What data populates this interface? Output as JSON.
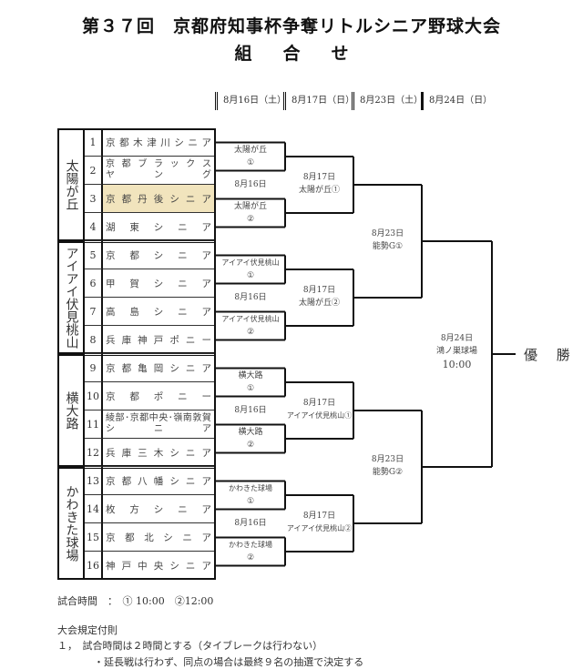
{
  "header": {
    "title": "第３７回　京都府知事杯争奪リトルシニア野球大会",
    "subtitle": "組合せ"
  },
  "dates": [
    "8月16日（土）",
    "8月17日（日）",
    "8月23日（土）",
    "8月24日（日）"
  ],
  "groups": [
    {
      "label": "太陽が丘",
      "teams": [
        {
          "no": "1",
          "name": "京都木津川シニア"
        },
        {
          "no": "2",
          "name_line1": "京都ブラックス",
          "name_line2": "ヤング"
        },
        {
          "no": "3",
          "name": "京都丹後シニア",
          "highlighted": true
        },
        {
          "no": "4",
          "name": "湖東シニア"
        }
      ]
    },
    {
      "label": "アイアイ伏見桃山",
      "teams": [
        {
          "no": "5",
          "name": "京都シニア"
        },
        {
          "no": "6",
          "name": "甲賀シニア"
        },
        {
          "no": "7",
          "name": "高島シニア"
        },
        {
          "no": "8",
          "name": "兵庫神戸ポニー"
        }
      ]
    },
    {
      "label": "横大路",
      "teams": [
        {
          "no": "9",
          "name": "京都亀岡シニア"
        },
        {
          "no": "10",
          "name": "京都ポニー"
        },
        {
          "no": "11",
          "name_line1": "綾部･京都中央･嶺南敦賀",
          "name_line2": "シニア"
        },
        {
          "no": "12",
          "name": "兵庫三木シニア"
        }
      ]
    },
    {
      "label": "かわきた球場",
      "teams": [
        {
          "no": "13",
          "name": "京都八幡シニア"
        },
        {
          "no": "14",
          "name": "枚方シニア"
        },
        {
          "no": "15",
          "name": "京都北シニア"
        },
        {
          "no": "16",
          "name": "神戸中央シニア"
        }
      ]
    }
  ],
  "round1": [
    {
      "venue_a": "太陽が丘",
      "mark_a": "①",
      "date": "8月16日",
      "venue_b": "太陽が丘",
      "mark_b": "②"
    },
    {
      "venue_a": "アイアイ伏見桃山",
      "mark_a": "①",
      "date": "8月16日",
      "venue_b": "アイアイ伏見桃山",
      "mark_b": "②"
    },
    {
      "venue_a": "横大路",
      "mark_a": "①",
      "date": "8月16日",
      "venue_b": "横大路",
      "mark_b": "②"
    },
    {
      "venue_a": "かわきた球場",
      "mark_a": "①",
      "date": "8月16日",
      "venue_b": "かわきた球場",
      "mark_b": "②"
    }
  ],
  "round2": [
    {
      "date": "8月17日",
      "venue": "太陽が丘①"
    },
    {
      "date": "8月17日",
      "venue": "太陽が丘②"
    },
    {
      "date": "8月17日",
      "venue": "アイアイ伏見桃山①"
    },
    {
      "date": "8月17日",
      "venue": "アイアイ伏見桃山②"
    }
  ],
  "semifinal": [
    {
      "date": "8月23日",
      "venue": "能勢G①"
    },
    {
      "date": "8月23日",
      "venue": "能勢G②"
    }
  ],
  "final": {
    "date": "8月24日",
    "venue": "鴻ノ巣球場",
    "time": "10:00"
  },
  "champion_label": "優 勝",
  "notes": {
    "game_times": "試合時間　：　① 10:00　②12:00",
    "rules_heading": "大会規定付則",
    "rule1": "１，　試合時間は２時間とする（タイブレークは行わない）",
    "rule1_sub": "・延長戦は行わず、同点の場合は最終９名の抽選で決定する"
  }
}
